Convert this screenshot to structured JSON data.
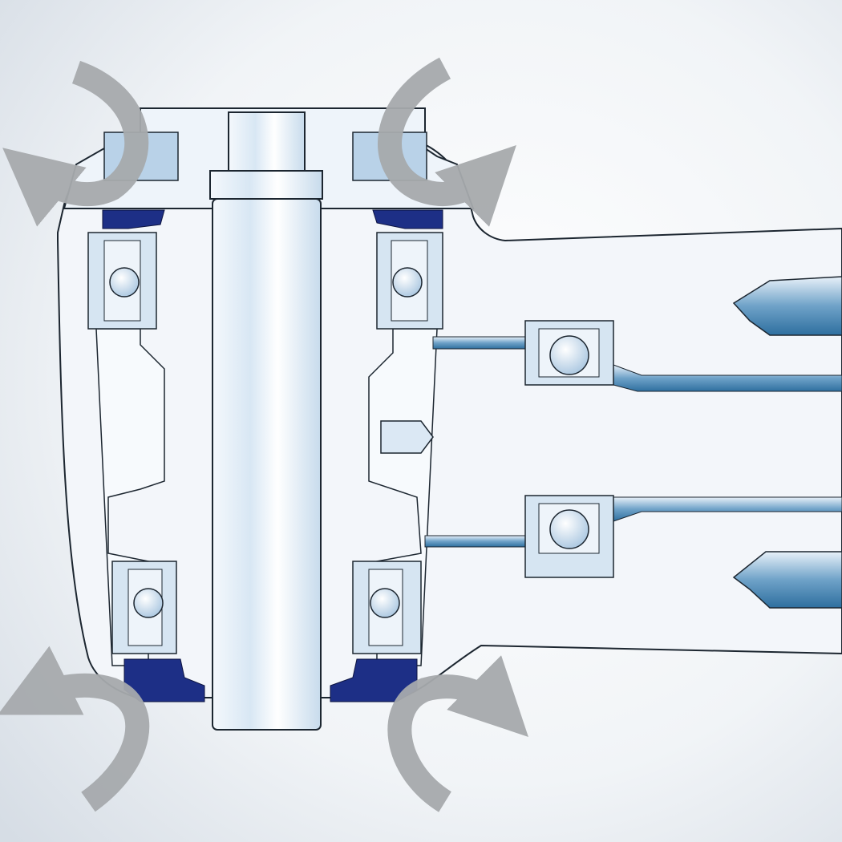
{
  "diagram": {
    "subject": "",
    "colors": {
      "background_center": "#ffffff",
      "background_edge": "#d9e0e8",
      "outline": "#1c2630",
      "part_fill_light": "#eaf2fa",
      "part_fill_mid": "#b9d2e8",
      "part_fill_dark": "#4a86b4",
      "seal": "#1d2f86",
      "arrow": "#a7aaad"
    },
    "icons": [
      "airflow-arrow",
      "ball-bearing",
      "seal-ring",
      "rotor-shaft"
    ]
  }
}
